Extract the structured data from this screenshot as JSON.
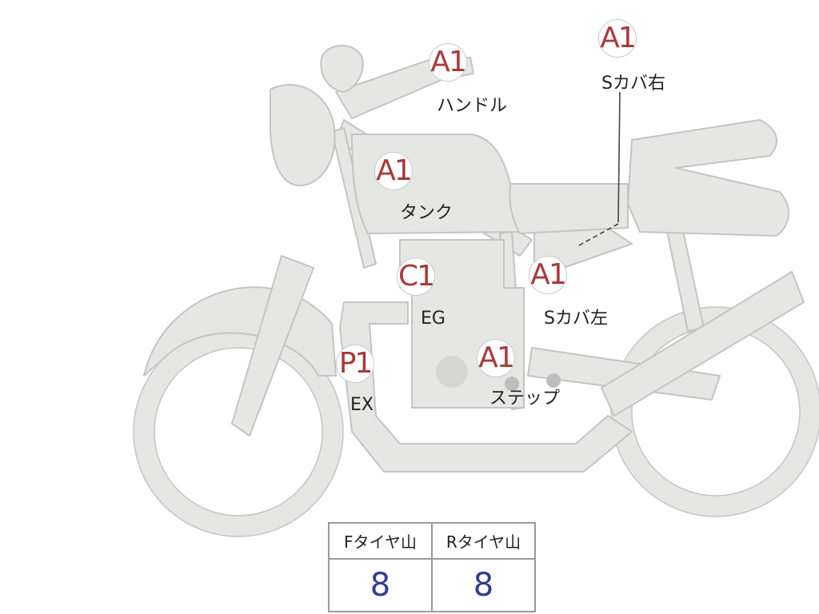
{
  "markers": {
    "handle": {
      "code": "A1",
      "label": "ハンドル"
    },
    "s_cover_right": {
      "code": "A1",
      "label": "Sカバ右"
    },
    "tank": {
      "code": "A1",
      "label": "タンク"
    },
    "engine": {
      "code": "C1",
      "label": "EG"
    },
    "s_cover_left": {
      "code": "A1",
      "label": "Sカバ左"
    },
    "exhaust": {
      "code": "P1",
      "label": "EX"
    },
    "step": {
      "code": "A1",
      "label": "ステップ"
    }
  },
  "tires": {
    "front_label": "Fタイヤ山",
    "rear_label": "Rタイヤ山",
    "front_value": "8",
    "rear_value": "8"
  },
  "colors": {
    "bike_fill": "#e6e6e4",
    "bike_outline": "#c4c4c4",
    "code_text": "#a83a3a",
    "tire_value_text": "#2d3f8f"
  }
}
